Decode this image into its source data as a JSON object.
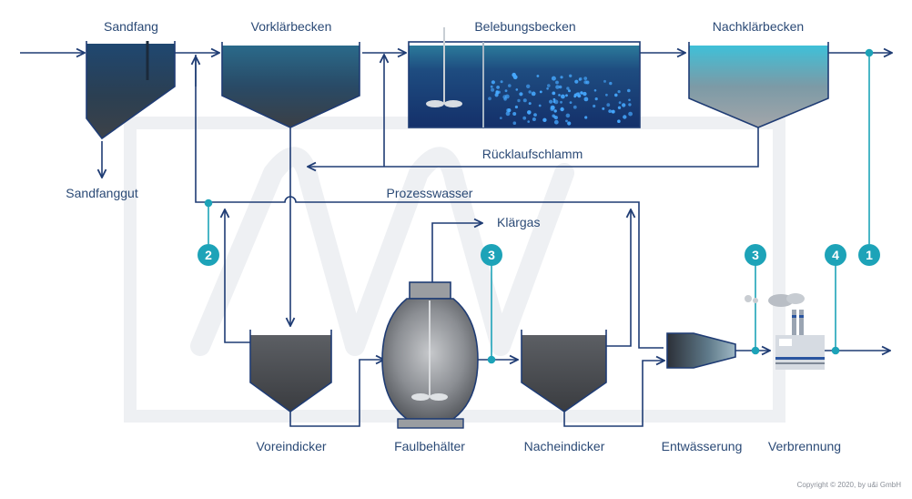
{
  "labels": {
    "sandfang": "Sandfang",
    "vorklaerbecken": "Vorklärbecken",
    "belebungsbecken": "Belebungsbecken",
    "nachklaerbecken": "Nachklärbecken",
    "sandfanggut": "Sandfanggut",
    "ruecklaufschlamm": "Rücklaufschlamm",
    "prozesswasser": "Prozesswasser",
    "klaergas": "Klärgas",
    "voreindicker": "Voreindicker",
    "faulbehaelter": "Faulbehälter",
    "nacheindicker": "Nacheindicker",
    "entwaesserung": "Entwässerung",
    "verbrennung": "Verbrennung"
  },
  "badges": {
    "b2": "2",
    "b3a": "3",
    "b3b": "3",
    "b4": "4",
    "b1": "1"
  },
  "copyright": "Copyright © 2020, by u&i GmbH",
  "colors": {
    "line": "#1f3c74",
    "accent": "#1da3b8",
    "watermark": "#eef0f3",
    "label": "#2b4a76"
  }
}
